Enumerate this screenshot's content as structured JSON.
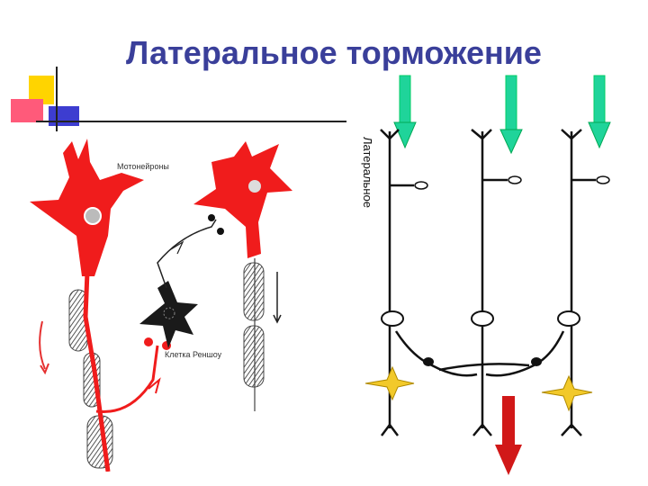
{
  "title": "Латеральное торможение",
  "labels": {
    "motoneurons": "Мотонейроны",
    "renshaw_cell": "Клетка Реншоу",
    "lateral": "Латеральное"
  },
  "colors": {
    "title": "#3a3f9a",
    "neuron_red": "#f01c1c",
    "arrow_teal": "#1fd49a",
    "arrow_red": "#d11818",
    "star_yellow": "#f2c92a"
  }
}
